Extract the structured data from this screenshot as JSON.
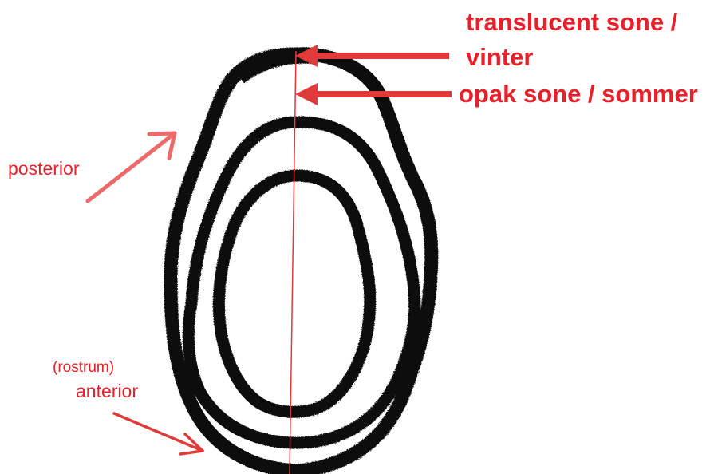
{
  "labels": {
    "translucent_line1": "translucent sone /",
    "translucent_line2": "vinter",
    "opaque": "opak sone / sommer",
    "posterior": "posterior",
    "rostrum": "(rostrum)",
    "anterior": "anterior"
  },
  "colors": {
    "annotation_red": "#e8202a",
    "arrow_red": "#e03a3a",
    "posterior_arrow": "#ee6a6a",
    "ring_black": "#111111",
    "axis_line": "#e23a3a"
  },
  "diagram": {
    "rings": [
      {
        "ring": "outer-ring"
      },
      {
        "ring": "middle-ring"
      },
      {
        "ring": "inner-ring"
      }
    ],
    "icons": [
      "arrow-icon",
      "arrow-icon",
      "arrow-icon",
      "arrow-icon"
    ]
  }
}
